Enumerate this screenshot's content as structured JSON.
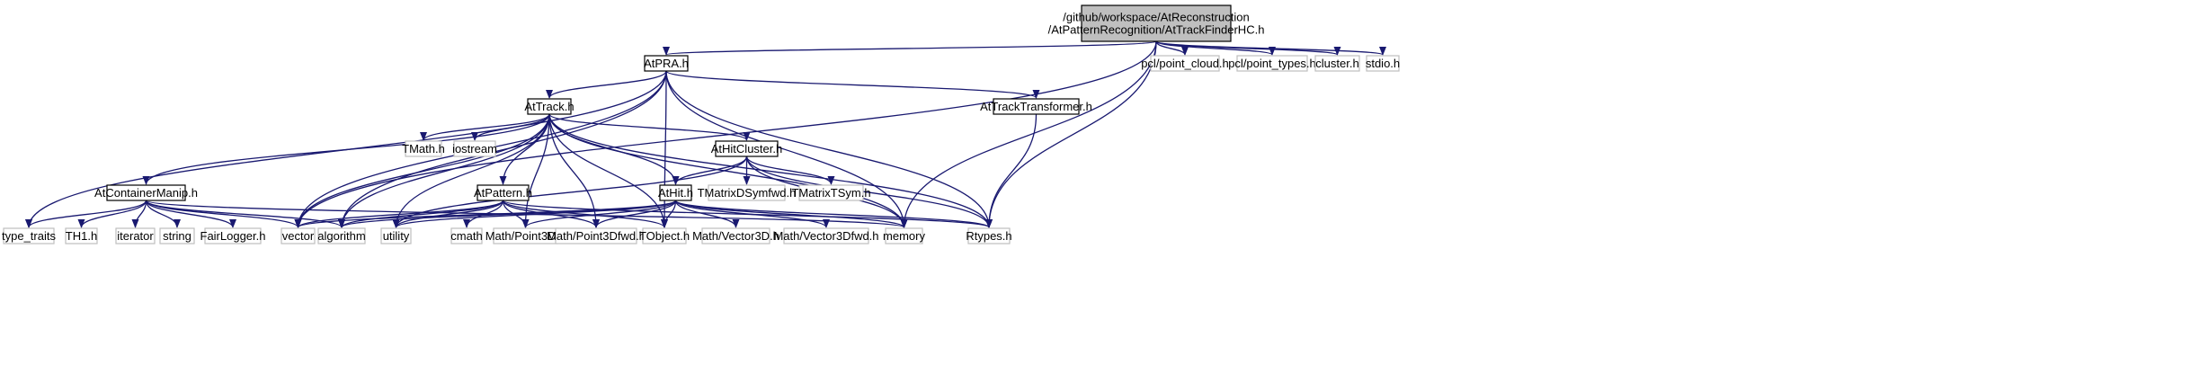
{
  "diagram": {
    "nodes": [
      {
        "id": "root",
        "label_lines": [
          "/github/workspace/AtReconstruction",
          "/AtPatternRecognition/AtTrackFinderHC.h"
        ],
        "kind": "root"
      },
      {
        "id": "atpra",
        "label_lines": [
          "AtPRA.h"
        ],
        "kind": "local"
      },
      {
        "id": "pointcloud",
        "label_lines": [
          "pcl/point_cloud.h"
        ],
        "kind": "external"
      },
      {
        "id": "pointtypes",
        "label_lines": [
          "pcl/point_types.h"
        ],
        "kind": "external"
      },
      {
        "id": "cluster",
        "label_lines": [
          "cluster.h"
        ],
        "kind": "external"
      },
      {
        "id": "stdio",
        "label_lines": [
          "stdio.h"
        ],
        "kind": "external"
      },
      {
        "id": "attrack",
        "label_lines": [
          "AtTrack.h"
        ],
        "kind": "local"
      },
      {
        "id": "attracktransformer",
        "label_lines": [
          "AtTrackTransformer.h"
        ],
        "kind": "local"
      },
      {
        "id": "tmath",
        "label_lines": [
          "TMath.h"
        ],
        "kind": "external"
      },
      {
        "id": "iostream",
        "label_lines": [
          "iostream"
        ],
        "kind": "external"
      },
      {
        "id": "athitcluster",
        "label_lines": [
          "AtHitCluster.h"
        ],
        "kind": "local"
      },
      {
        "id": "atcontainermanip",
        "label_lines": [
          "AtContainerManip.h"
        ],
        "kind": "local"
      },
      {
        "id": "atpattern",
        "label_lines": [
          "AtPattern.h"
        ],
        "kind": "local"
      },
      {
        "id": "athit",
        "label_lines": [
          "AtHit.h"
        ],
        "kind": "local"
      },
      {
        "id": "tmatrixdsymfwd",
        "label_lines": [
          "TMatrixDSymfwd.h"
        ],
        "kind": "external"
      },
      {
        "id": "tmatrixtsym",
        "label_lines": [
          "TMatrixTSym.h"
        ],
        "kind": "external"
      },
      {
        "id": "typetraits",
        "label_lines": [
          "type_traits"
        ],
        "kind": "external"
      },
      {
        "id": "th1",
        "label_lines": [
          "TH1.h"
        ],
        "kind": "external"
      },
      {
        "id": "iterator",
        "label_lines": [
          "iterator"
        ],
        "kind": "external"
      },
      {
        "id": "string",
        "label_lines": [
          "string"
        ],
        "kind": "external"
      },
      {
        "id": "fairlogger",
        "label_lines": [
          "FairLogger.h"
        ],
        "kind": "external"
      },
      {
        "id": "vector",
        "label_lines": [
          "vector"
        ],
        "kind": "external"
      },
      {
        "id": "algorithm",
        "label_lines": [
          "algorithm"
        ],
        "kind": "external"
      },
      {
        "id": "utility",
        "label_lines": [
          "utility"
        ],
        "kind": "external"
      },
      {
        "id": "cmath",
        "label_lines": [
          "cmath"
        ],
        "kind": "external"
      },
      {
        "id": "mathpoint3d",
        "label_lines": [
          "Math/Point3D.h"
        ],
        "kind": "external"
      },
      {
        "id": "mathpoint3dfwd",
        "label_lines": [
          "Math/Point3Dfwd.h"
        ],
        "kind": "external"
      },
      {
        "id": "tobject",
        "label_lines": [
          "TObject.h"
        ],
        "kind": "external"
      },
      {
        "id": "mathvector3d",
        "label_lines": [
          "Math/Vector3D.h"
        ],
        "kind": "external"
      },
      {
        "id": "mathvector3dfwd",
        "label_lines": [
          "Math/Vector3Dfwd.h"
        ],
        "kind": "external"
      },
      {
        "id": "memory",
        "label_lines": [
          "memory"
        ],
        "kind": "external"
      },
      {
        "id": "rtypes",
        "label_lines": [
          "Rtypes.h"
        ],
        "kind": "external"
      }
    ],
    "edges": [
      {
        "from": "root",
        "to": "atpra"
      },
      {
        "from": "root",
        "to": "pointcloud"
      },
      {
        "from": "root",
        "to": "pointtypes"
      },
      {
        "from": "root",
        "to": "cluster"
      },
      {
        "from": "root",
        "to": "stdio"
      },
      {
        "from": "root",
        "to": "vector"
      },
      {
        "from": "root",
        "to": "memory"
      },
      {
        "from": "root",
        "to": "rtypes"
      },
      {
        "from": "atpra",
        "to": "attrack"
      },
      {
        "from": "atpra",
        "to": "attracktransformer"
      },
      {
        "from": "atpra",
        "to": "typetraits"
      },
      {
        "from": "atpra",
        "to": "vector"
      },
      {
        "from": "atpra",
        "to": "algorithm"
      },
      {
        "from": "atpra",
        "to": "tobject"
      },
      {
        "from": "atpra",
        "to": "memory"
      },
      {
        "from": "atpra",
        "to": "rtypes"
      },
      {
        "from": "attrack",
        "to": "tmath"
      },
      {
        "from": "attrack",
        "to": "iostream"
      },
      {
        "from": "attrack",
        "to": "athitcluster"
      },
      {
        "from": "attrack",
        "to": "atcontainermanip"
      },
      {
        "from": "attrack",
        "to": "atpattern"
      },
      {
        "from": "attrack",
        "to": "athit"
      },
      {
        "from": "attrack",
        "to": "vector"
      },
      {
        "from": "attrack",
        "to": "algorithm"
      },
      {
        "from": "attrack",
        "to": "utility"
      },
      {
        "from": "attrack",
        "to": "mathpoint3d"
      },
      {
        "from": "attrack",
        "to": "mathpoint3dfwd"
      },
      {
        "from": "attrack",
        "to": "tobject"
      },
      {
        "from": "attrack",
        "to": "memory"
      },
      {
        "from": "attrack",
        "to": "rtypes"
      },
      {
        "from": "attracktransformer",
        "to": "rtypes"
      },
      {
        "from": "athitcluster",
        "to": "athit"
      },
      {
        "from": "athitcluster",
        "to": "tmatrixdsymfwd"
      },
      {
        "from": "athitcluster",
        "to": "tmatrixtsym"
      },
      {
        "from": "athitcluster",
        "to": "utility"
      },
      {
        "from": "athitcluster",
        "to": "memory"
      },
      {
        "from": "athitcluster",
        "to": "rtypes"
      },
      {
        "from": "atcontainermanip",
        "to": "typetraits"
      },
      {
        "from": "atcontainermanip",
        "to": "th1"
      },
      {
        "from": "atcontainermanip",
        "to": "iterator"
      },
      {
        "from": "atcontainermanip",
        "to": "string"
      },
      {
        "from": "atcontainermanip",
        "to": "fairlogger"
      },
      {
        "from": "atcontainermanip",
        "to": "vector"
      },
      {
        "from": "atcontainermanip",
        "to": "algorithm"
      },
      {
        "from": "atcontainermanip",
        "to": "memory"
      },
      {
        "from": "atpattern",
        "to": "vector"
      },
      {
        "from": "atpattern",
        "to": "algorithm"
      },
      {
        "from": "atpattern",
        "to": "utility"
      },
      {
        "from": "atpattern",
        "to": "cmath"
      },
      {
        "from": "atpattern",
        "to": "mathpoint3d"
      },
      {
        "from": "atpattern",
        "to": "mathpoint3dfwd"
      },
      {
        "from": "atpattern",
        "to": "tobject"
      },
      {
        "from": "atpattern",
        "to": "rtypes"
      },
      {
        "from": "athit",
        "to": "vector"
      },
      {
        "from": "athit",
        "to": "algorithm"
      },
      {
        "from": "athit",
        "to": "utility"
      },
      {
        "from": "athit",
        "to": "mathpoint3d"
      },
      {
        "from": "athit",
        "to": "mathpoint3dfwd"
      },
      {
        "from": "athit",
        "to": "tobject"
      },
      {
        "from": "athit",
        "to": "mathvector3d"
      },
      {
        "from": "athit",
        "to": "mathvector3dfwd"
      },
      {
        "from": "athit",
        "to": "memory"
      },
      {
        "from": "athit",
        "to": "rtypes"
      }
    ],
    "colors": {
      "edge": "#191970",
      "root_fill": "#bfbfbf",
      "root_stroke": "#000000",
      "local_fill": "#ffffff",
      "local_stroke": "#000000",
      "external_fill": "#ffffff",
      "external_stroke": "#bfbfbf",
      "text": "#000000"
    }
  }
}
